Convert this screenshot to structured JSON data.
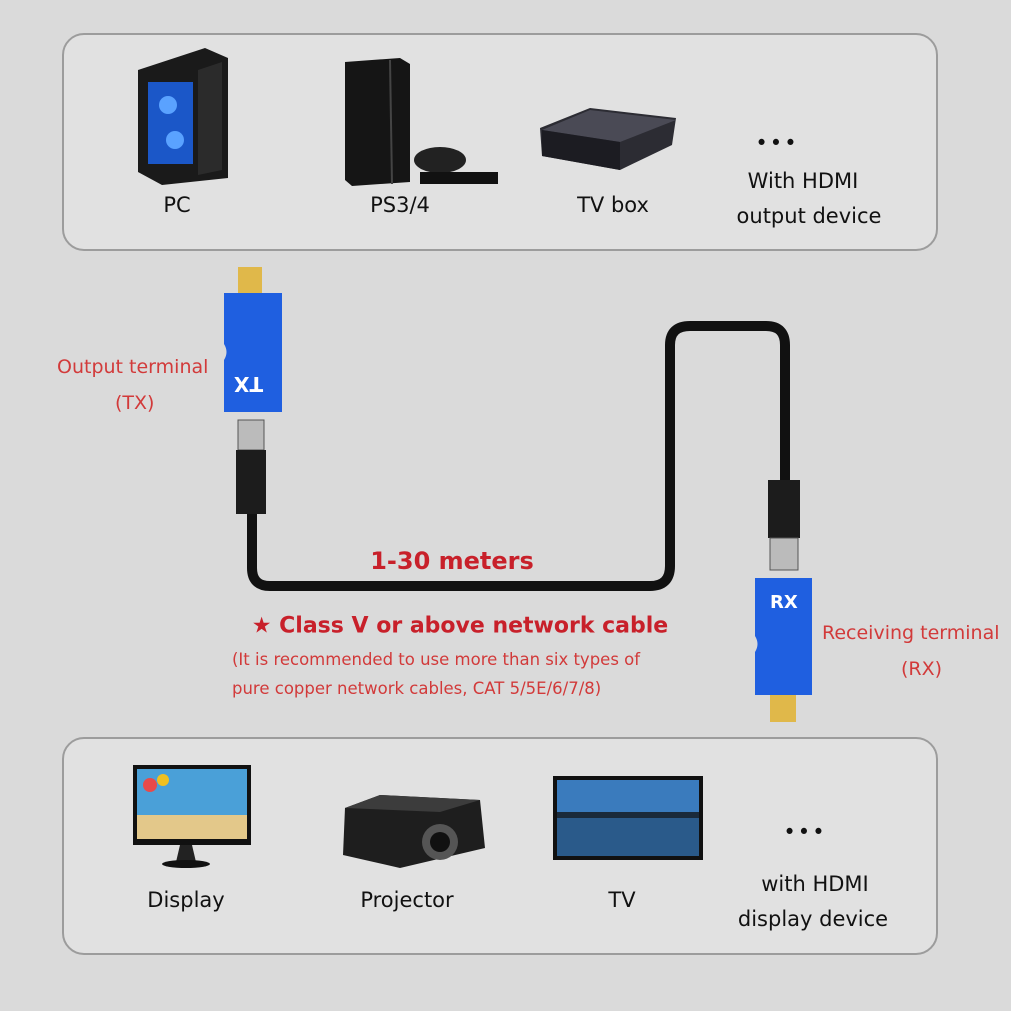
{
  "source_devices": {
    "items": [
      {
        "label": "PC",
        "icon": "pc-tower-icon"
      },
      {
        "label": "PS3/4",
        "icon": "game-console-icon"
      },
      {
        "label": "TV box",
        "icon": "tv-box-icon"
      }
    ],
    "more": {
      "dots": "•••",
      "line1": "With HDMI",
      "line2": "output device"
    }
  },
  "display_devices": {
    "items": [
      {
        "label": "Display",
        "icon": "monitor-icon"
      },
      {
        "label": "Projector",
        "icon": "projector-icon"
      },
      {
        "label": "TV",
        "icon": "tv-icon"
      }
    ],
    "more": {
      "dots": "•••",
      "line1": "with HDMI",
      "line2": "display device"
    }
  },
  "transmitter": {
    "label": "Output terminal",
    "sub": "(TX)",
    "badge": "TX"
  },
  "receiver": {
    "label": "Receiving terminal",
    "sub": "(RX)",
    "badge": "RX"
  },
  "cable": {
    "length": "1-30 meters",
    "class": "★ Class V or above network cable",
    "note1": "(It is recommended to use more than six types of",
    "note2": "pure copper network cables, CAT 5/5E/6/7/8)"
  },
  "colors": {
    "accent_red": "#c8202a",
    "extender_blue": "#1f5fe0",
    "hdmi_gold": "#e0b84a",
    "cable": "#111111"
  }
}
